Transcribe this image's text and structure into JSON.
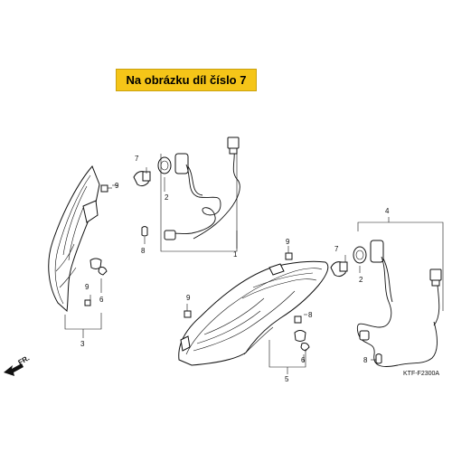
{
  "banner": {
    "text": "Na obrázku díl číslo 7"
  },
  "diagram_code": "KTF-F2300A",
  "direction_label": "FR.",
  "callouts": {
    "n1": "1",
    "n2a": "2",
    "n2b": "2",
    "n3": "3",
    "n4": "4",
    "n5": "5",
    "n6a": "6",
    "n6b": "6",
    "n7a": "7",
    "n7b": "7",
    "n8a": "8",
    "n8b": "8",
    "n9a": "9",
    "n9b": "9",
    "n9c": "9",
    "n9d": "9"
  },
  "colors": {
    "banner": "#f5c518",
    "line": "#111111"
  }
}
